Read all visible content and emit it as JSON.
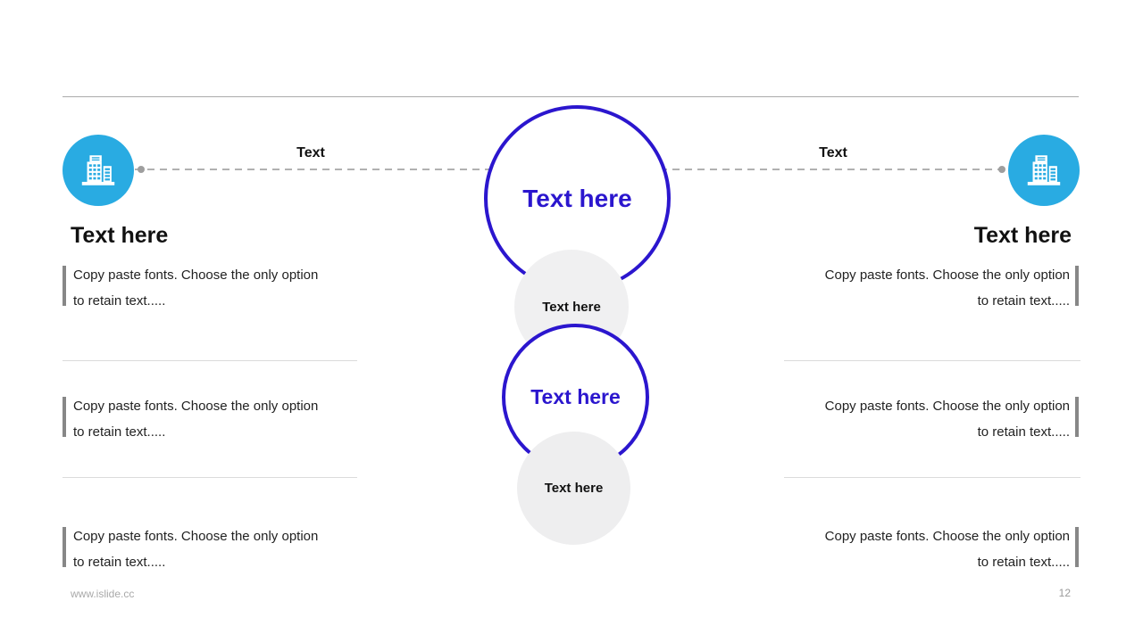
{
  "slide": {
    "colors": {
      "accent_cyan": "#29ABE2",
      "accent_indigo": "#2B16CE"
    },
    "connector": {
      "left_label": "Text",
      "right_label": "Text",
      "left_icon": "building-icon",
      "right_icon": "building-icon"
    },
    "center": {
      "big_circle_label": "Text here",
      "gray_circle_1_label": "Text here",
      "mid_circle_label": "Text here",
      "gray_circle_2_label": "Text here"
    },
    "left_panel": {
      "heading": "Text here",
      "items": [
        {
          "text": "Copy paste fonts. Choose the only option\nto retain text....."
        },
        {
          "text": "Copy paste fonts. Choose the only option\nto retain text....."
        },
        {
          "text": "Copy paste fonts. Choose the only option\nto retain text....."
        }
      ]
    },
    "right_panel": {
      "heading": "Text here",
      "items": [
        {
          "text": "Copy paste fonts. Choose the only option\nto retain text....."
        },
        {
          "text": "Copy paste fonts. Choose the only option\nto retain text....."
        },
        {
          "text": "Copy paste fonts. Choose the only option\nto retain text....."
        }
      ]
    },
    "footer": {
      "website": "www.islide.cc",
      "page_number": "12"
    }
  }
}
